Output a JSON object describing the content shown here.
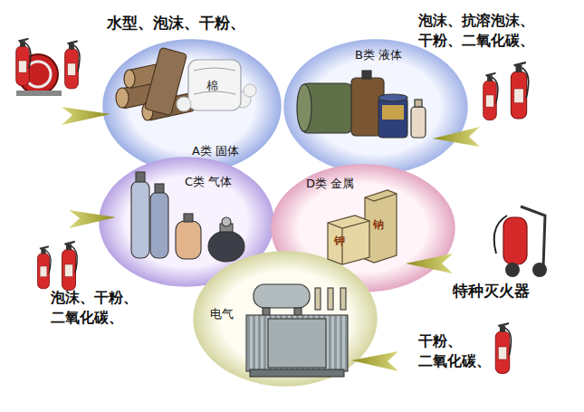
{
  "diagram": {
    "nodes": [
      {
        "text": [
          "A类 固体"
        ]
      },
      {
        "text": [
          "B类 液体"
        ]
      },
      {
        "text": [
          "C类 气体"
        ]
      },
      {
        "text": [
          "D类 金属"
        ]
      },
      {
        "text": [
          "电气"
        ]
      }
    ],
    "labels": [
      "水型、泡沫、干粉、",
      "棉",
      "泡沫、抗溶泡沫、 干粉、二氧化碳、",
      "泡沫、干粉、 二氧化碳、",
      "钾",
      "钠",
      "特种灭火器",
      "干粉、 二氧化碳、"
    ]
  }
}
